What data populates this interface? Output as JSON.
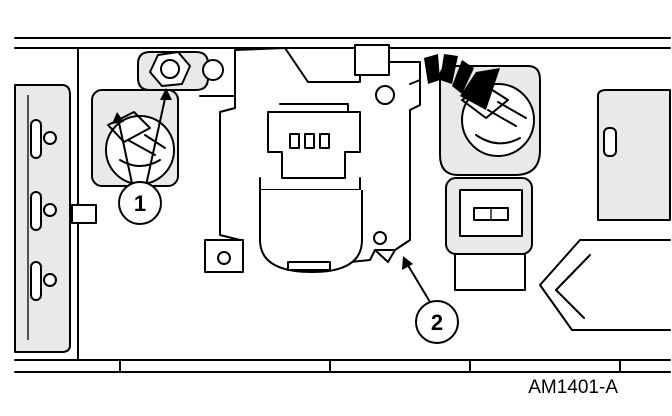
{
  "figure": {
    "id_label": "AM1401-A",
    "callouts": [
      {
        "number": "1"
      },
      {
        "number": "2"
      }
    ]
  }
}
